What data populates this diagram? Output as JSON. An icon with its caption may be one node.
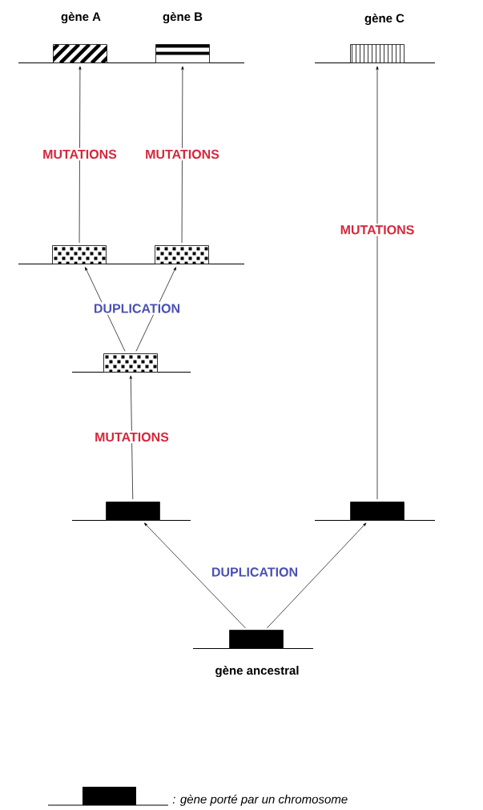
{
  "diagram": {
    "nodes": [
      {
        "text": [
          "gène A"
        ]
      },
      {
        "text": [
          "gène B"
        ]
      },
      {
        "text": [
          "gène C"
        ]
      },
      {
        "text": [],
        "shape": "box"
      },
      {
        "text": [],
        "shape": "box"
      },
      {
        "text": [],
        "shape": "box"
      },
      {
        "text": [],
        "shape": "box"
      },
      {
        "text": [],
        "shape": "box"
      },
      {
        "text": [
          "gène ancestral"
        ]
      }
    ],
    "edges": [
      {
        "from": 3,
        "to": 0,
        "arrow": "to",
        "label": "MUTATIONS"
      },
      {
        "from": 4,
        "to": 1,
        "arrow": "to",
        "label": "MUTATIONS"
      },
      {
        "from": 7,
        "to": 2,
        "arrow": "to",
        "label": "MUTATIONS"
      },
      {
        "from": 5,
        "to": 3,
        "arrow": "to"
      },
      {
        "from": 5,
        "to": 4,
        "arrow": "to"
      },
      {
        "from": 6,
        "to": 5,
        "arrow": "to",
        "label": "MUTATIONS"
      },
      {
        "from": 8,
        "to": 6,
        "arrow": "to"
      },
      {
        "from": 8,
        "to": 7,
        "arrow": "to"
      }
    ],
    "labels": [
      "DUPLICATION",
      "DUPLICATION"
    ],
    "legend": [
      {
        "text": ": gène porté par un chromosome"
      }
    ]
  }
}
